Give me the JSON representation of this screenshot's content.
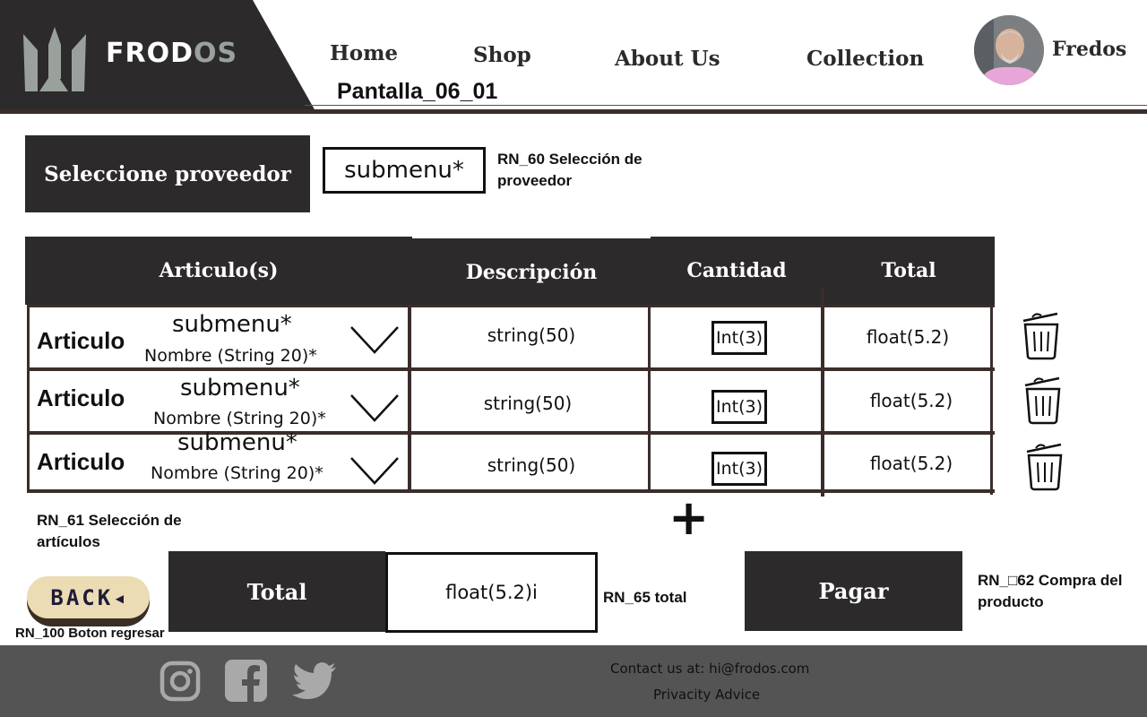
{
  "brand": {
    "name_main": "FROD",
    "name_accent": "OS"
  },
  "nav": {
    "home": "Home",
    "shop": "Shop",
    "about": "About Us",
    "collection": "Collection"
  },
  "screen_id": "Pantalla_06_01",
  "user": {
    "name": "Fredos"
  },
  "provider": {
    "label": "Seleccione proveedor",
    "submenu": "submenu*",
    "note_line1": "RN_60 Selección de",
    "note_line2": "proveedor"
  },
  "table": {
    "headers": {
      "articulos": "Articulo(s)",
      "descripcion": "Descripción",
      "cantidad": "Cantidad",
      "total": "Total"
    },
    "rows": [
      {
        "label": "Articulo",
        "submenu": "submenu*",
        "nombre": "Nombre (String 20)*",
        "descripcion": "string(50)",
        "cantidad": "Int(3)",
        "total": "float(5.2)"
      },
      {
        "label": "Articulo",
        "submenu": "submenu*",
        "nombre": "Nombre (String 20)*",
        "descripcion": "string(50)",
        "cantidad": "Int(3)",
        "total": "float(5.2)"
      },
      {
        "label": "Articulo",
        "submenu": "submenu*",
        "nombre": "Nombre (String 20)*",
        "descripcion": "string(50)",
        "cantidad": "Int(3)",
        "total": "float(5.2)"
      }
    ]
  },
  "notes": {
    "rn61_line1": "RN_61 Selección de",
    "rn61_line2": "artículos",
    "rn65": "RN_65 total",
    "rn62_line1": "RN_□62  Compra del",
    "rn62_line2": "producto",
    "rn100": "RN_100 Boton regresar"
  },
  "back_button": {
    "label": "BACK",
    "arrow": "◂"
  },
  "add_button": {
    "label": "+"
  },
  "total": {
    "label": "Total",
    "value": "float(5.2)i"
  },
  "pay_button": {
    "label": "Pagar"
  },
  "footer": {
    "contact": "Contact us at: hi@frodos.com",
    "privacy": "Privacity Advice",
    "social": [
      "instagram-icon",
      "facebook-icon",
      "twitter-icon"
    ]
  },
  "colors": {
    "dark": "#2c2a2b",
    "accent_gray": "#9aa19d",
    "footer": "#545454",
    "back_face": "#ecdcb4"
  }
}
